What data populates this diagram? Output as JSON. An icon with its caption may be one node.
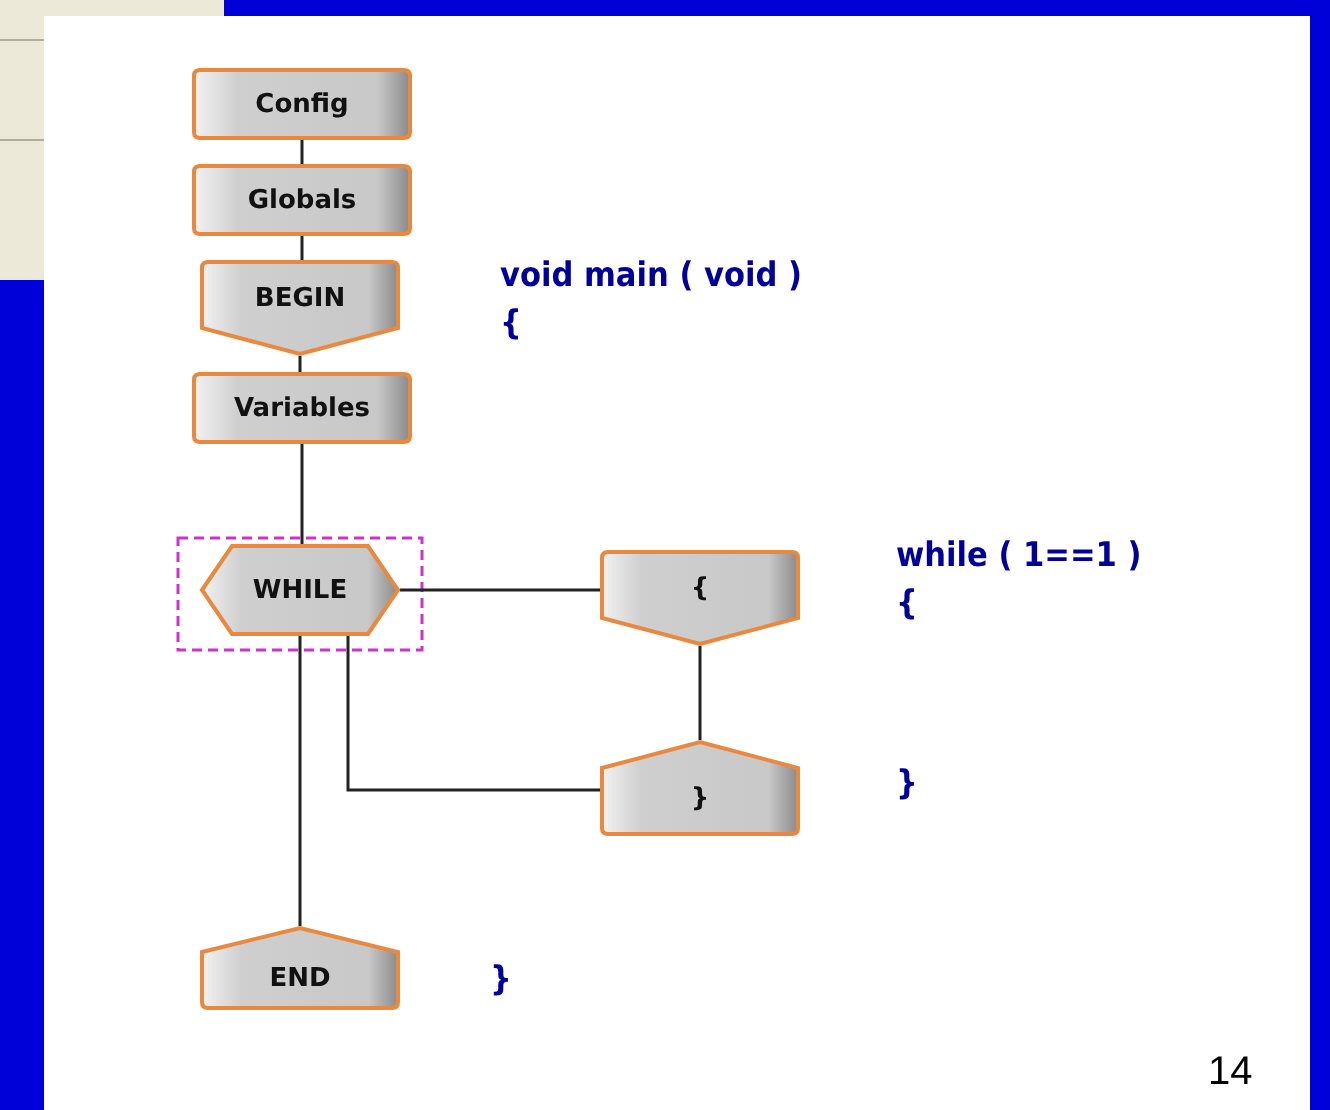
{
  "diagram": {
    "nodes": [
      {
        "text": [
          "Config"
        ]
      },
      {
        "text": [
          "Globals"
        ]
      },
      {
        "text": [
          "BEGIN"
        ]
      },
      {
        "text": [
          "Variables"
        ]
      },
      {
        "text": [
          "WHILE"
        ]
      },
      {
        "text": [
          "{"
        ]
      },
      {
        "text": [
          "}"
        ]
      },
      {
        "text": [
          "END"
        ]
      }
    ],
    "edges": [
      {
        "from": 0,
        "to": 1,
        "arrow": "none"
      },
      {
        "from": 1,
        "to": 2,
        "arrow": "none"
      },
      {
        "from": 2,
        "to": 3,
        "arrow": "none"
      },
      {
        "from": 3,
        "to": 4,
        "arrow": "none"
      },
      {
        "from": 4,
        "to": 5,
        "arrow": "none"
      },
      {
        "from": 5,
        "to": 6,
        "arrow": "none"
      },
      {
        "from": 6,
        "to": 4,
        "arrow": "none"
      },
      {
        "from": 4,
        "to": 7,
        "arrow": "none"
      }
    ],
    "labels": [
      "void main ( void )",
      "{",
      "while ( 1==1 )",
      "{",
      "}",
      "}",
      "14"
    ]
  }
}
